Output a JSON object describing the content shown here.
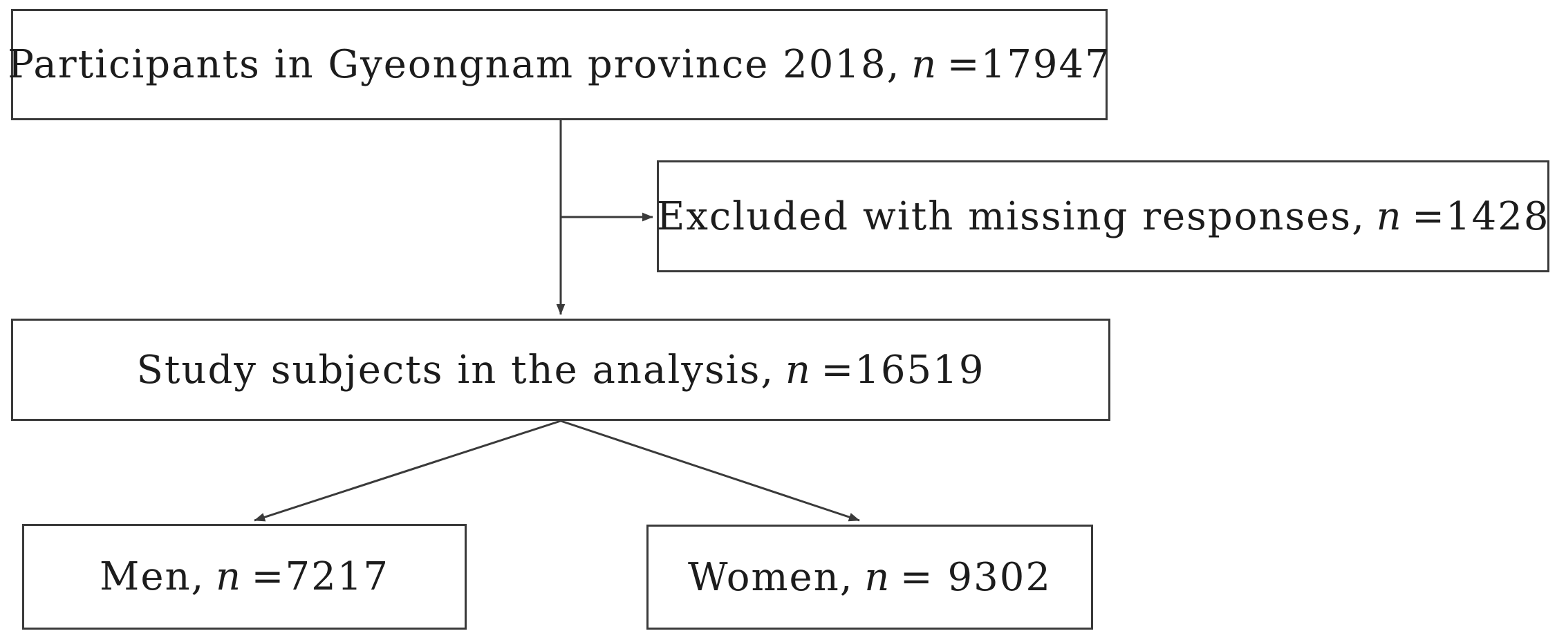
{
  "figure": {
    "background_color": "#ffffff",
    "line_color": "#3a3a3a",
    "text_color": "#1c1c1c",
    "nodes": [
      {
        "id": "participants",
        "text": "Participants in Gyeongnam province 2018,",
        "n_symbol": "n",
        "n_value": "=17947"
      },
      {
        "id": "excluded",
        "text": "Excluded with missing responses,",
        "n_symbol": "n",
        "n_value": "=1428"
      },
      {
        "id": "subjects",
        "text": "Study subjects in the analysis,",
        "n_symbol": "n",
        "n_value": "=16519"
      },
      {
        "id": "men",
        "text": "Men,",
        "n_symbol": "n",
        "n_value": "=7217"
      },
      {
        "id": "women",
        "text": "Women,",
        "n_symbol": "n",
        "n_value": "= 9302"
      }
    ],
    "edges": [
      {
        "from": "participants",
        "to": "excluded"
      },
      {
        "from": "participants",
        "to": "subjects"
      },
      {
        "from": "subjects",
        "to": "men"
      },
      {
        "from": "subjects",
        "to": "women"
      }
    ]
  }
}
